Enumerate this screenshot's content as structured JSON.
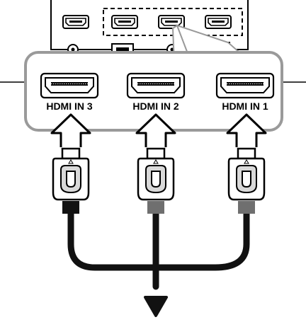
{
  "ports": [
    {
      "label": "HDMI IN 3"
    },
    {
      "label": "HDMI IN 2"
    },
    {
      "label": "HDMI IN 1"
    }
  ],
  "icons": {
    "port": "hdmi-port-icon",
    "plug": "hdmi-plug-icon",
    "insert_arrow": "insert-arrow-icon",
    "output_arrow": "down-arrow-icon",
    "orientation_mark": "triangle-up-icon"
  },
  "colors": {
    "line": "#000000",
    "panel_border": "#9a9a9a",
    "panel_fill": "#ffffff",
    "cable_black": "#111111",
    "cable_gray": "#6f6f6f",
    "plug_fill": "#ffffff",
    "plug_shade": "#d9d9d9"
  }
}
